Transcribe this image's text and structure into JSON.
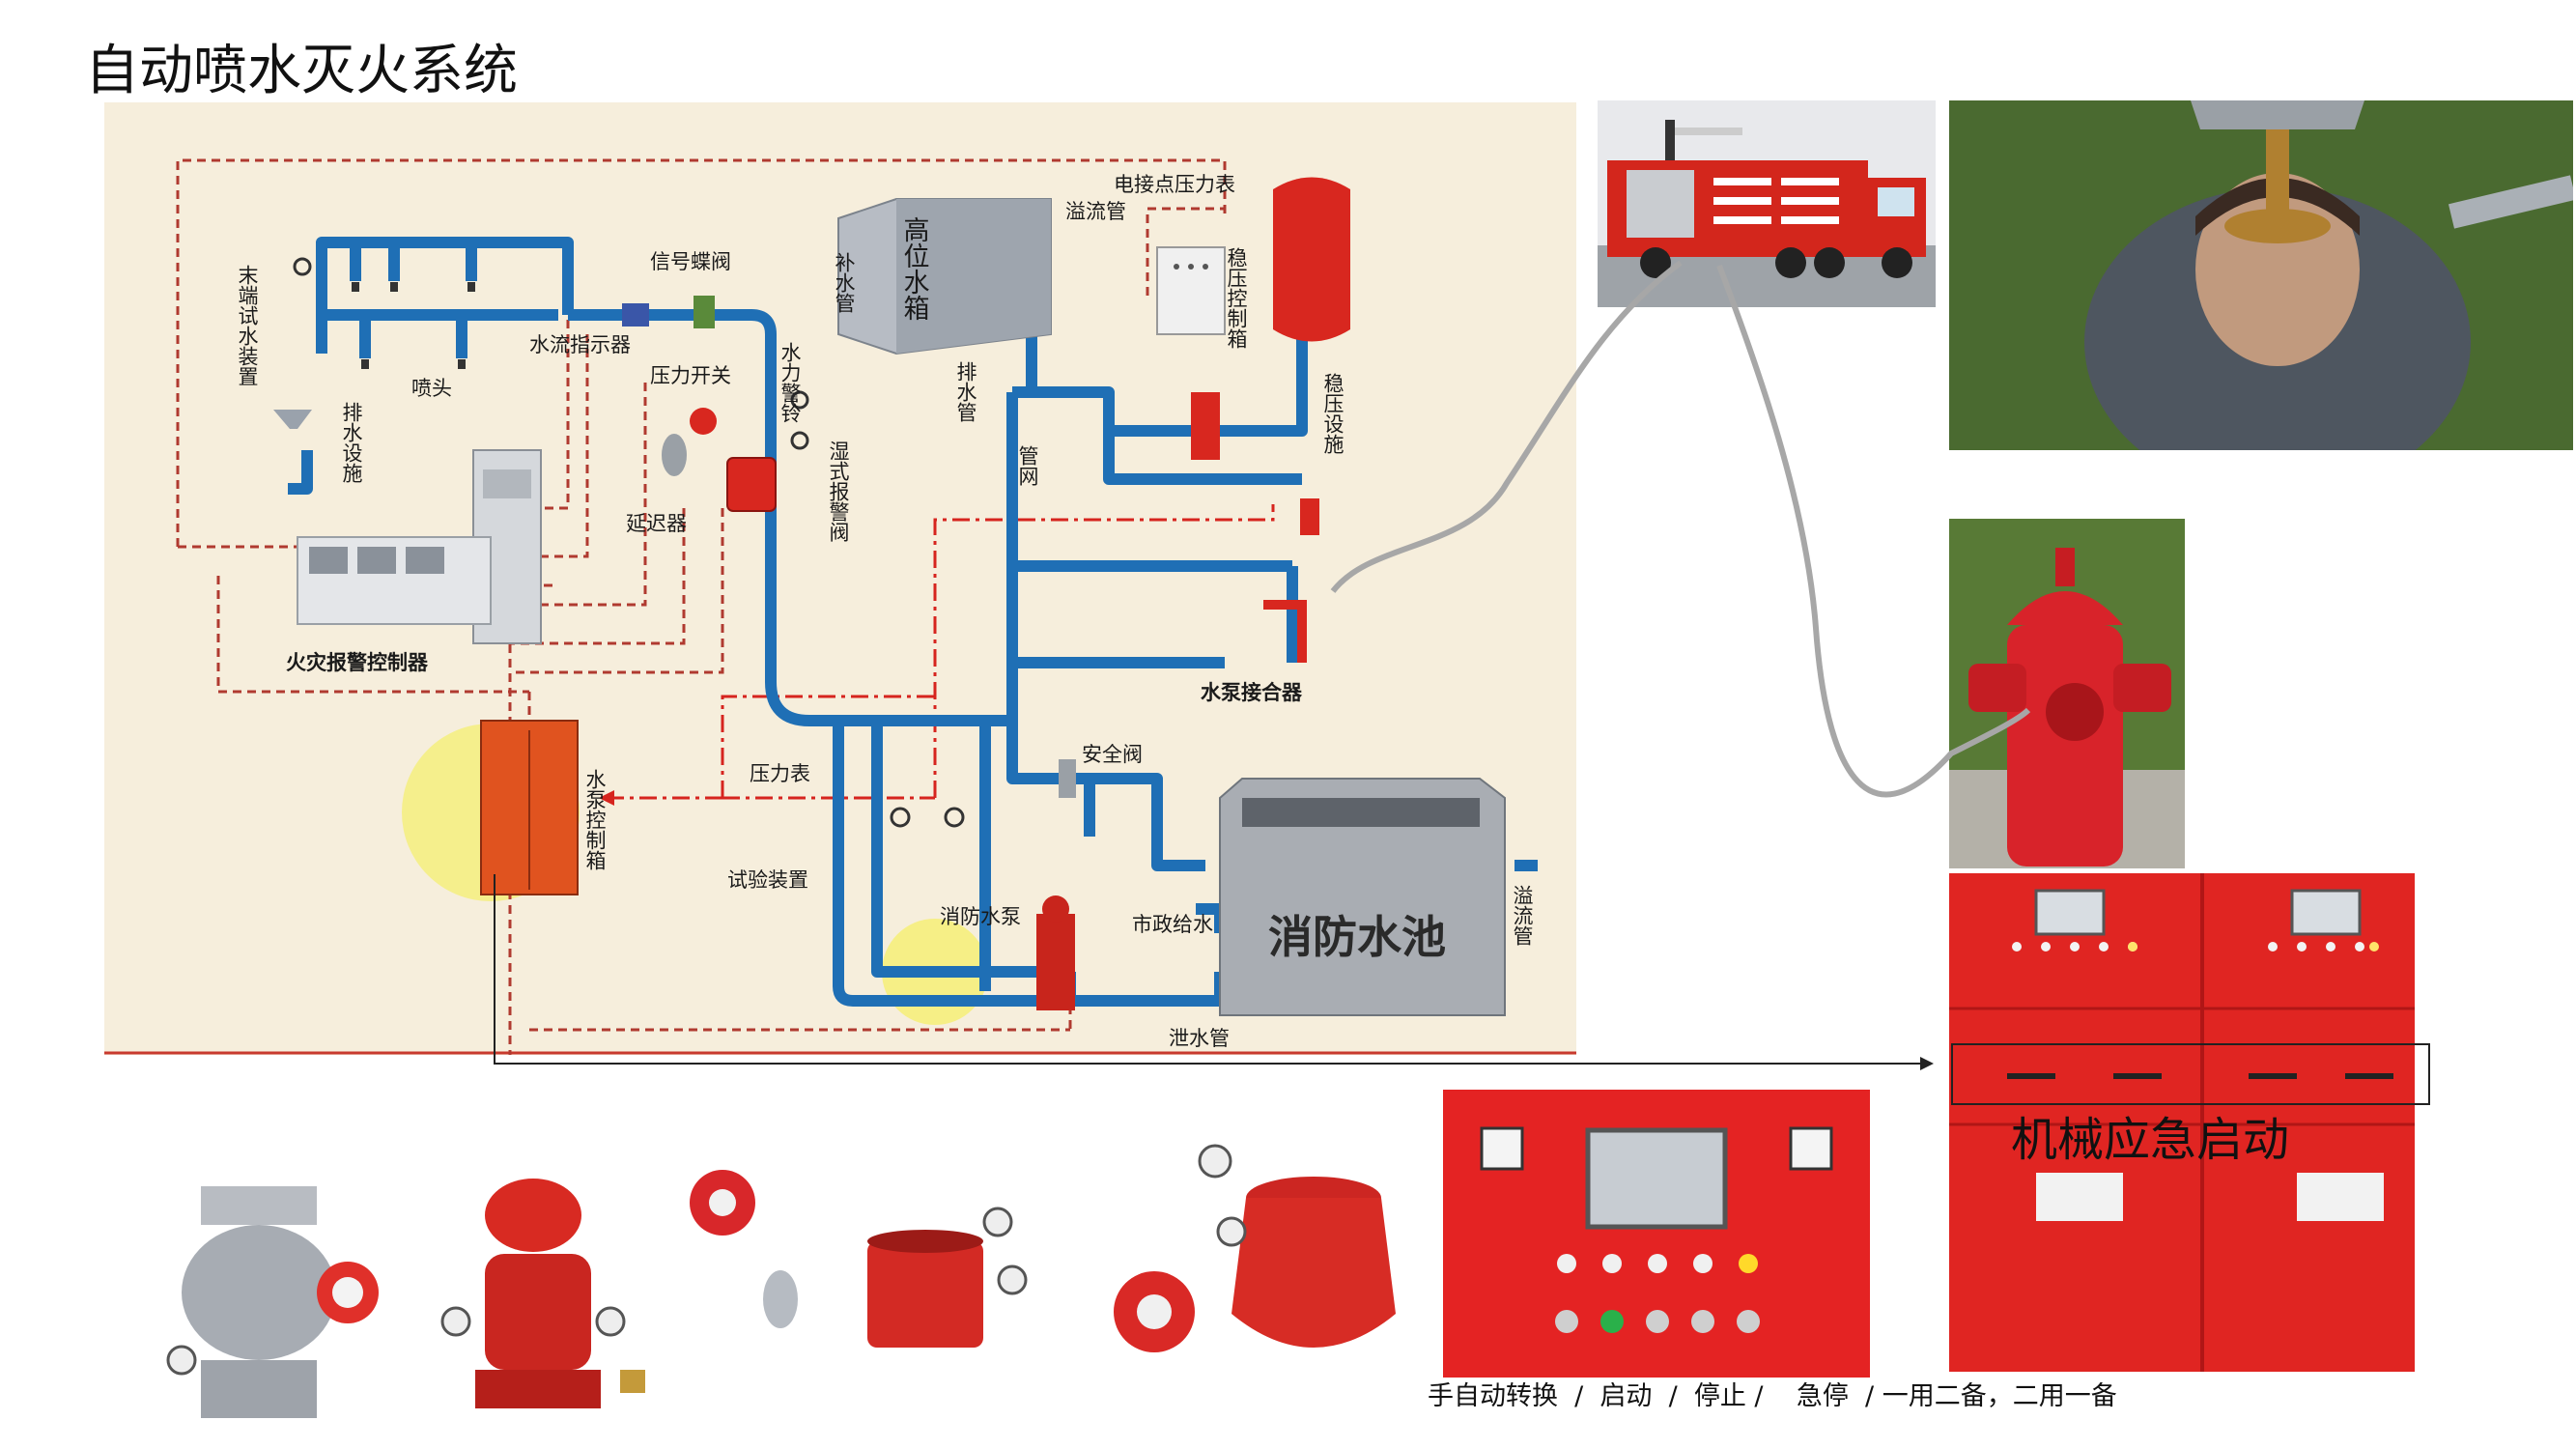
{
  "title": "自动喷水灭火系统",
  "diagram": {
    "labels": {
      "end_test": "末端试水装置",
      "drain_facility": "排水设施",
      "sprinkler_head": "喷头",
      "signal_valve": "信号蝶阀",
      "flow_indicator": "水流指示器",
      "pressure_switch": "压力开关",
      "retarder": "延迟器",
      "water_alarm_bell": "水力警铃",
      "wet_alarm_valve": "湿式报警阀",
      "fire_alarm_controller": "火灾报警控制器",
      "make_up_pipe": "补水管",
      "high_tank": "高位水箱",
      "overflow_pipe_top": "溢流管",
      "drain_pipe_top": "排水管",
      "contact_gauge": "电接点压力表",
      "stabilizer_box": "稳压控制箱",
      "stabilizer": "稳压设施",
      "pipe_network": "管网",
      "pump_adapter": "水泵接合器",
      "pressure_gauge": "压力表",
      "safety_valve": "安全阀",
      "pump_control_box": "水泵控制箱",
      "test_device": "试验装置",
      "fire_pump": "消防水泵",
      "municipal_supply": "市政给水",
      "fire_pool": "消防水池",
      "overflow_pipe_right": "溢流管",
      "drain_pipe_bottom": "泄水管"
    }
  },
  "emergency_label": "机械应急启动",
  "panel_caption": "手自动转换  /  启动  /  停止 /    急停  / 一用二备，二用一备",
  "colors": {
    "pipe": "#1f6fb5",
    "dashed": "#b03a30",
    "red_equipment": "#d8271f",
    "diagram_bg": "#f6eedc",
    "highlight": "#f5ef6a"
  }
}
